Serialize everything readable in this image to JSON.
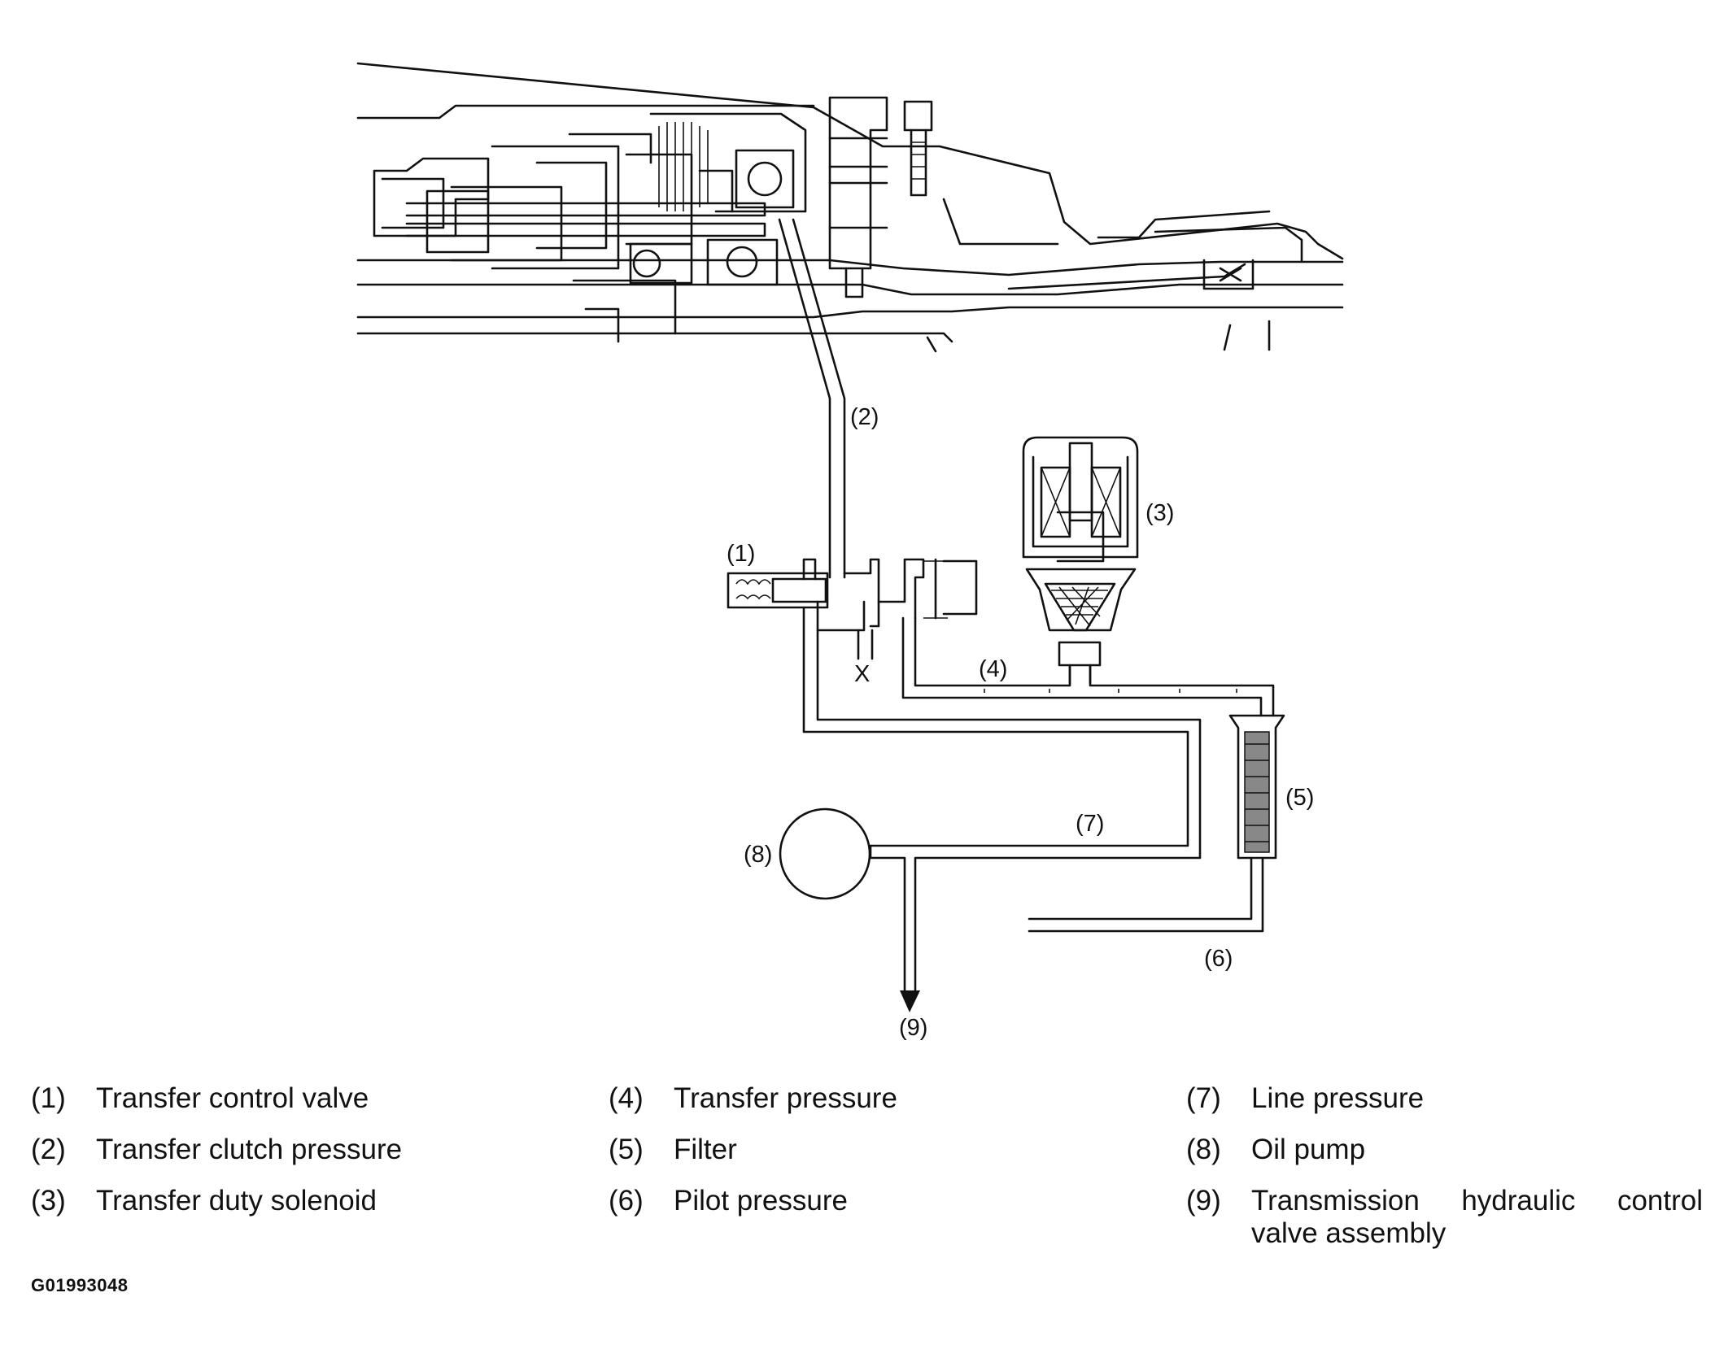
{
  "callouts": {
    "c1": "(1)",
    "c2": "(2)",
    "c3": "(3)",
    "c4": "(4)",
    "c5": "(5)",
    "c6": "(6)",
    "c7": "(7)",
    "c8": "(8)",
    "c9": "(9)",
    "drain": "X"
  },
  "legend": [
    {
      "num": "(1)",
      "text": "Transfer control valve"
    },
    {
      "num": "(2)",
      "text": "Transfer clutch pressure"
    },
    {
      "num": "(3)",
      "text": "Transfer duty solenoid"
    },
    {
      "num": "(4)",
      "text": "Transfer pressure"
    },
    {
      "num": "(5)",
      "text": "Filter"
    },
    {
      "num": "(6)",
      "text": "Pilot pressure"
    },
    {
      "num": "(7)",
      "text": "Line pressure"
    },
    {
      "num": "(8)",
      "text": "Oil pump"
    },
    {
      "num": "(9)",
      "text": "Transmission hydraulic control valve assembly"
    }
  ],
  "figure_code": "G01993048"
}
